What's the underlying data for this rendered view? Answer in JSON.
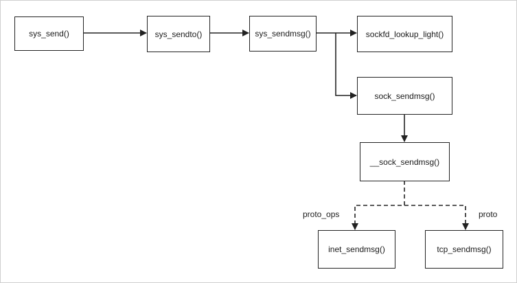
{
  "nodes": {
    "sys_send": "sys_send()",
    "sys_sendto": "sys_sendto()",
    "sys_sendmsg": "sys_sendmsg()",
    "sockfd_lookup_light": "sockfd_lookup_light()",
    "sock_sendmsg": "sock_sendmsg()",
    "__sock_sendmsg": "__sock_sendmsg()",
    "inet_sendmsg": "inet_sendmsg()",
    "tcp_sendmsg": "tcp_sendmsg()"
  },
  "edge_labels": {
    "proto_ops": "proto_ops",
    "proto": "proto"
  },
  "colors": {
    "stroke": "#222222",
    "background": "#ffffff",
    "frame": "#cfcfcf"
  }
}
